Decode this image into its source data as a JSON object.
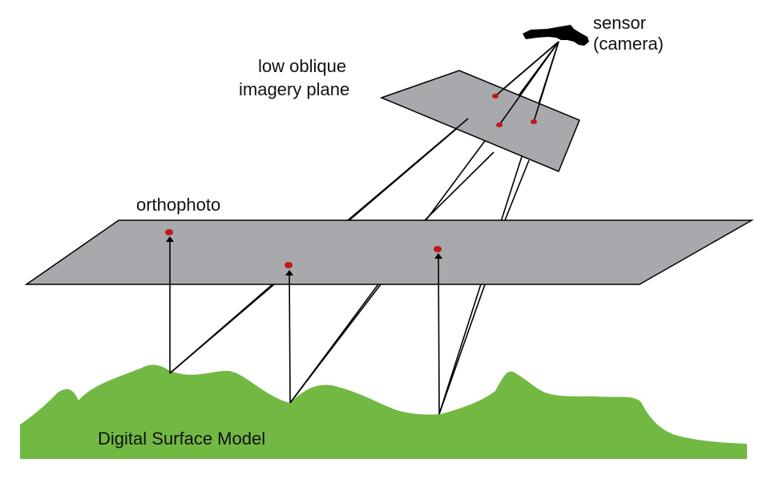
{
  "labels": {
    "sensor_line1": "sensor",
    "sensor_line2": "(camera)",
    "oblique_line1": "low oblique",
    "oblique_line2": "imagery plane",
    "orthophoto": "orthophoto",
    "dsm": "Digital Surface Model"
  },
  "colors": {
    "plane_fill": "#a7a9ac",
    "plane_stroke": "#000000",
    "terrain_fill": "#72b944",
    "point_fill": "#c4161c",
    "line_stroke": "#000000",
    "sensor_fill": "#000000"
  }
}
